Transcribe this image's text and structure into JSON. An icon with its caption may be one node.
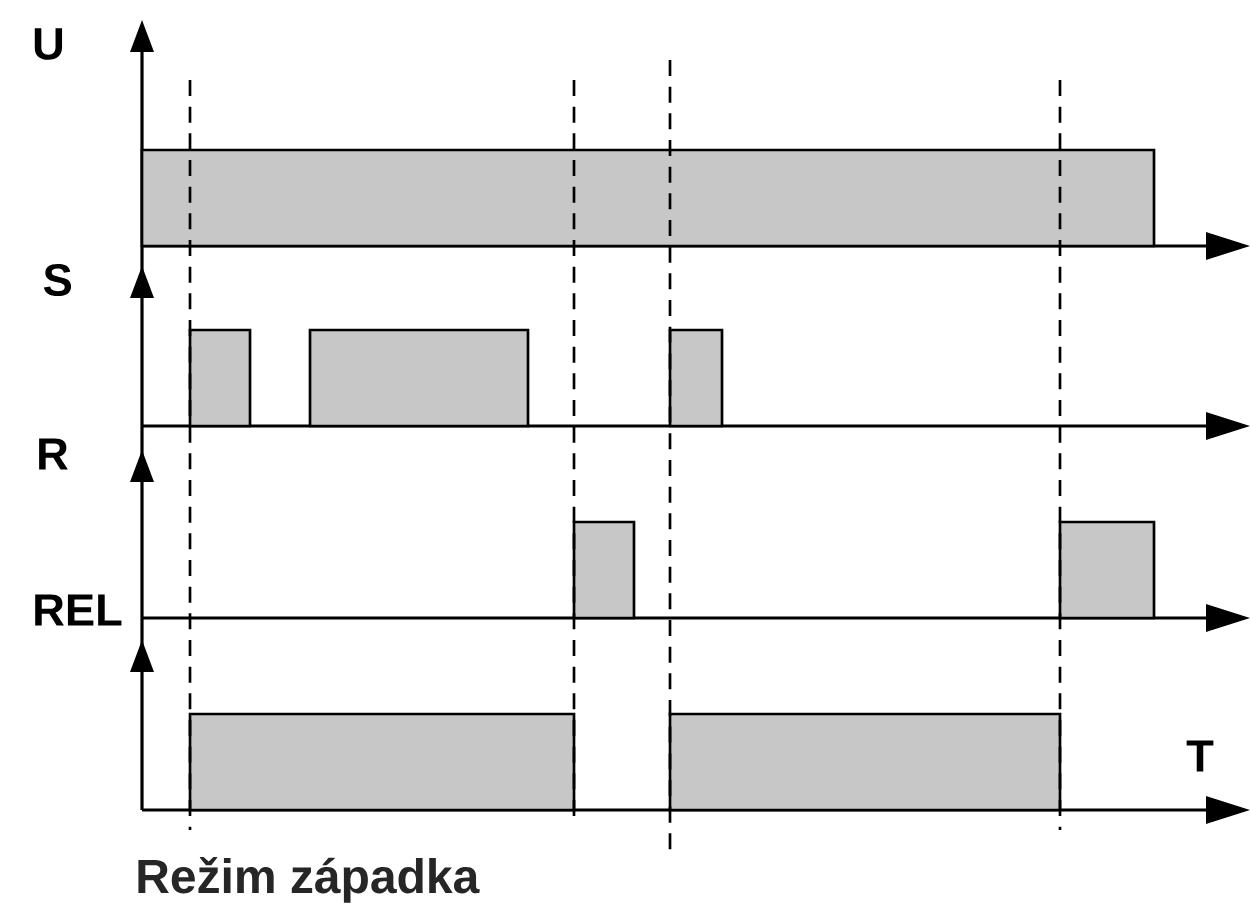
{
  "diagram": {
    "caption": "Režim západka",
    "labels": [
      "U",
      "S",
      "R",
      "REL",
      "T"
    ]
  }
}
